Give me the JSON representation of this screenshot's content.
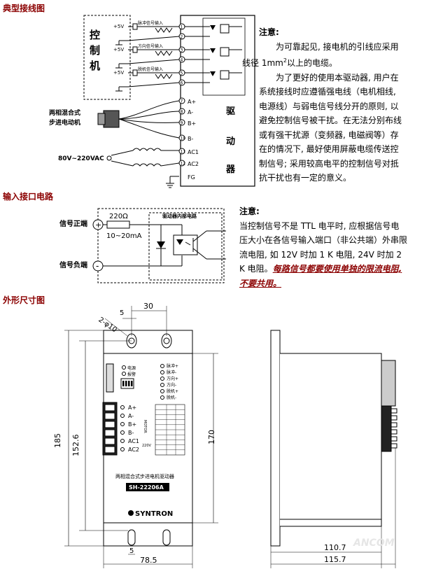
{
  "sections": {
    "wiring_title": "典型接线图",
    "input_title": "输入接口电路",
    "dimension_title": "外形尺寸图"
  },
  "wiring": {
    "controller_label": "控\n制\n机",
    "vcc": "+5V",
    "signals": [
      "脉冲信号输入",
      "方向信号输入",
      "脱机信号输入"
    ],
    "pins": [
      "1",
      "2",
      "3",
      "4",
      "5",
      "6",
      "7",
      "8",
      "9",
      "10",
      "11",
      "12"
    ],
    "terminals": [
      "A+",
      "A-",
      "B+",
      "B-",
      "AC1",
      "AC2",
      "FG"
    ],
    "motor_label_1": "两相混合式",
    "motor_label_2": "步进电动机",
    "power_label": "80V~220VAC",
    "driver_label": [
      "驱",
      "动",
      "器"
    ]
  },
  "wiring_note": {
    "title": "注意:",
    "para1": "为可靠起见, 接电机的引线应采用线径 1mm² 以上的电缆。",
    "para1_a": "为可靠起见, 接电机的引线应采用",
    "para1_b": "线径 1mm",
    "para1_sup": "2",
    "para1_c": "以上的电缆。",
    "para2": "为了更好的使用本驱动器, 用户在系统接线时应遵循强电线（电机相线, 电源线）与弱电信号线分开的原则, 以避免控制信号被干扰。在无法分别布线或有强干扰源（变频器, 电磁阀等）存在的情况下, 最好使用屏蔽电缆传送控制信号; 采用较高电平的控制信号对抵抗干扰也有一定的意义。"
  },
  "input_circuit": {
    "pos_label": "信号正端",
    "neg_label": "信号负端",
    "resistor": "220Ω",
    "current": "10~20mA",
    "inner_label": "驱动器内部电路",
    "plus": "+",
    "minus": "-"
  },
  "input_note": {
    "title": "注意:",
    "para": "当控制信号不是 TTL 电平时, 应根据信号电压大小在各信号输入端口（非公共端）外串限流电阻, 如 12V 时加 1 K 电阻, 24V 时加 2 K 电阻。",
    "emphasis": "每路信号都要使用单独的限流电阻, 不要共用。"
  },
  "dimensions": {
    "d5_top": "5",
    "d30": "30",
    "hole": "2-φ10",
    "d185": "185",
    "d152_6": "152.6",
    "d170": "170",
    "d5_bottom": "5",
    "d78_5": "78.5",
    "d110_7": "110.7",
    "d115_7": "115.7",
    "front_led1": "电源",
    "front_led2": "报警",
    "front_signals": [
      "脉冲+",
      "脉冲-",
      "方向+",
      "方向-",
      "脱机+",
      "脱机-"
    ],
    "front_terminals": [
      "A+",
      "A-",
      "B+",
      "B-",
      "AC1",
      "AC2"
    ],
    "motor_vertical": "MOTOR",
    "v220": "220V",
    "product_name": "两相混合式步进电机驱动器",
    "model": "SH-22206A",
    "brand": "SYNTRON"
  },
  "colors": {
    "title_red": "#8b0000",
    "board_fill": "#ffffff",
    "terminal_black": "#111111"
  },
  "watermark": "ANCOM"
}
